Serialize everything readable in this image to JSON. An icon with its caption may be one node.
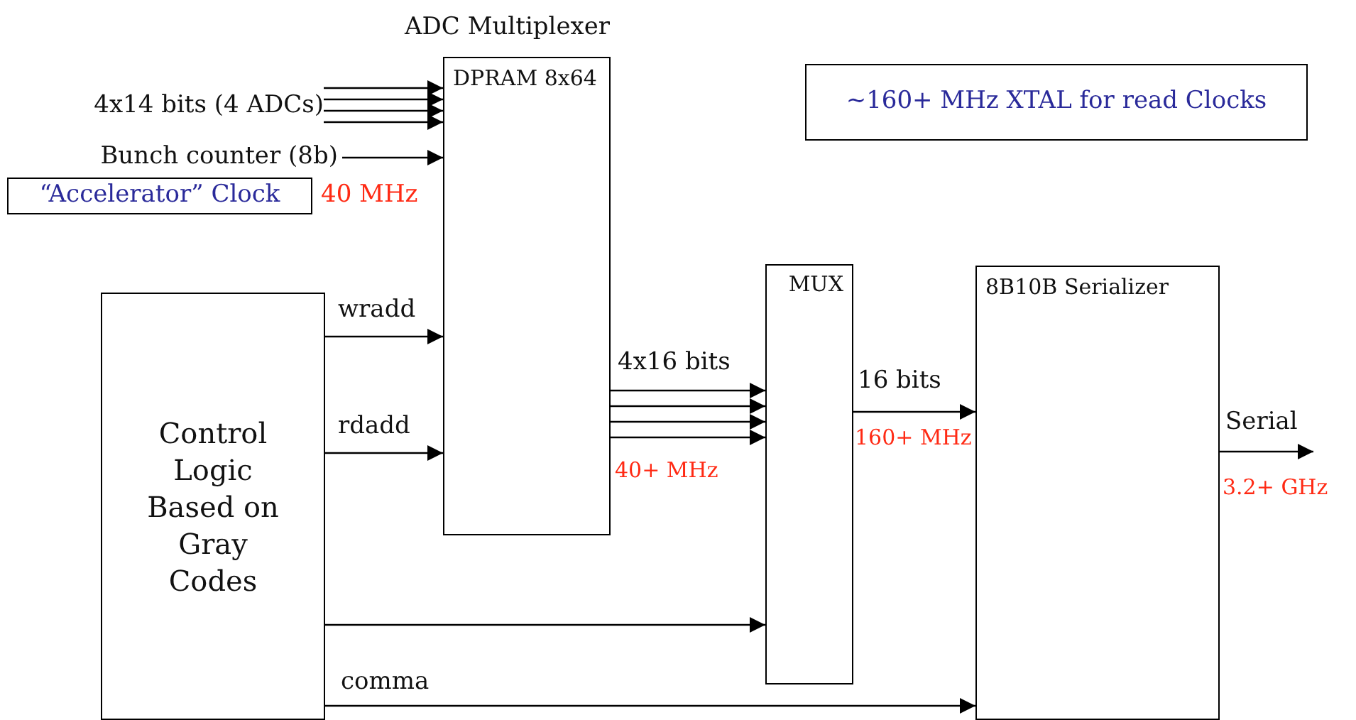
{
  "diagram": {
    "title": "ADC Multiplexer",
    "nodes": [
      {
        "text": [
          "4x14 bits (4 ADCs)"
        ]
      },
      {
        "text": [
          "Bunch counter (8b)"
        ]
      },
      {
        "text": [
          "“Accelerator” Clock"
        ],
        "beside": [
          "40 MHz"
        ]
      },
      {
        "text": [
          "DPRAM 8x64"
        ]
      },
      {
        "text": [
          "Control Logic Based on Gray Codes"
        ]
      },
      {
        "text": [
          "MUX"
        ]
      },
      {
        "text": [
          "8B10B Serializer"
        ]
      },
      {
        "text": [
          "~160+ MHz XTAL for read Clocks"
        ]
      }
    ],
    "edges": [
      {
        "from": 0,
        "to": 3,
        "arrow": "to"
      },
      {
        "from": 0,
        "to": 3,
        "arrow": "to"
      },
      {
        "from": 0,
        "to": 3,
        "arrow": "to"
      },
      {
        "from": 0,
        "to": 3,
        "arrow": "to"
      },
      {
        "from": 1,
        "to": 3,
        "arrow": "to"
      },
      {
        "from": 4,
        "to": 3,
        "arrow": "to",
        "label": "wradd"
      },
      {
        "from": 4,
        "to": 3,
        "arrow": "to",
        "label": "rdadd"
      },
      {
        "from": 3,
        "to": 5,
        "arrow": "to",
        "label": "4x16 bits"
      },
      {
        "from": 3,
        "to": 5,
        "arrow": "to"
      },
      {
        "from": 3,
        "to": 5,
        "arrow": "to"
      },
      {
        "from": 3,
        "to": 5,
        "arrow": "to"
      },
      {
        "from": 5,
        "to": 6,
        "arrow": "to",
        "label": "16 bits"
      },
      {
        "from": 6,
        "to": null,
        "arrow": "to",
        "label": "Serial"
      },
      {
        "from": 4,
        "to": 5,
        "arrow": "to"
      },
      {
        "from": 4,
        "to": 6,
        "arrow": "to",
        "label": "comma"
      }
    ],
    "labels": [
      "40+ MHz",
      "160+ MHz",
      "3.2+ GHz"
    ]
  }
}
